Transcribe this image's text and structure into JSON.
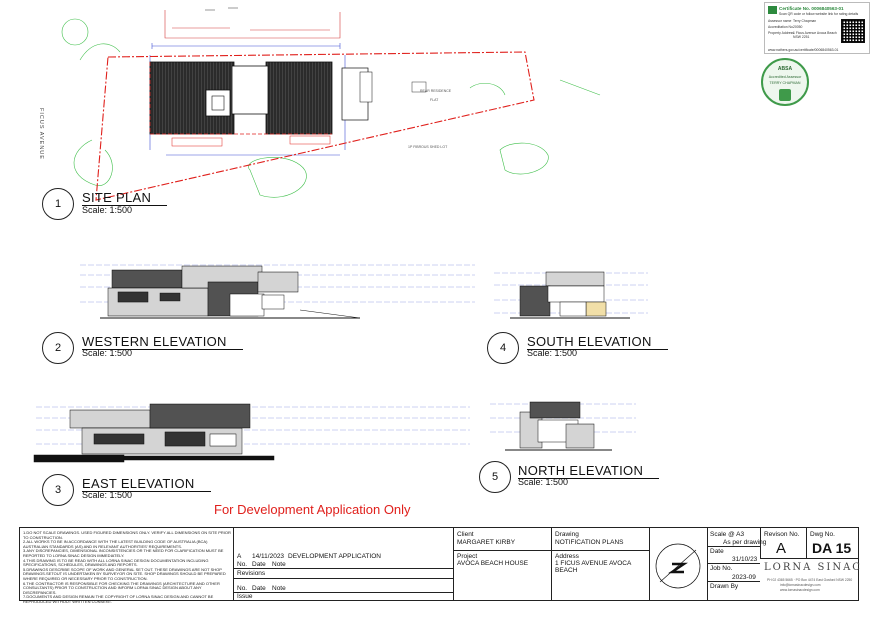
{
  "certificate": {
    "number": "Certificate No. 0006840563-01",
    "subline": "Scan QR code or follow website link for rating details",
    "assessor_name_label": "Assessor name",
    "assessor_name": "Terry Chapman",
    "accreditation_label": "Accreditation No.",
    "accreditation": "20050",
    "property_label": "Property Address",
    "property": "1 Ficus Avenue Avoca Beach NSW 2251",
    "footer": "www.nathers.gov.au/certificate/0006840563-01"
  },
  "seal": {
    "top": "ABSA",
    "line1": "Accredited Assessor",
    "line2": "TERRY CHAPMAN"
  },
  "site_plan": {
    "street_label": "FICUS AVENUE",
    "lot_note": "1P FIBROUS SHED LOT",
    "label_a": "REAR RESIDENCE",
    "label_b": "FLAT"
  },
  "views": [
    {
      "num": "1",
      "title": "SITE PLAN",
      "scale": "Scale: 1:500"
    },
    {
      "num": "2",
      "title": "WESTERN ELEVATION",
      "scale": "Scale: 1:500"
    },
    {
      "num": "3",
      "title": "EAST ELEVATION",
      "scale": "Scale: 1:500"
    },
    {
      "num": "4",
      "title": "SOUTH ELEVATION",
      "scale": "Scale: 1:500"
    },
    {
      "num": "5",
      "title": "NORTH ELEVATION",
      "scale": "Scale: 1:500"
    }
  ],
  "dev_note": "For Development Application Only",
  "title_block": {
    "notes": [
      "1.DO NOT SCALE DRAWINGS. USED FIGURED DIMENSIONS ONLY. VERIFY ALL DIMENSIONS ON SITE PRIOR TO CONSTRUCTION.",
      "2.ALL WORKS TO BE IN ACCORDANCE WITH THE LATEST BUILDING CODE OF AUSTRALIA (BCA) AUSTRALIAN STANDARDS (AS) AND IN RELEVANT AUTHORITIES' REQUIREMENTS.",
      "3.ANY DISCREPANCIES, DIMENSIONAL INCONSISTENCIES OR THE NEED FOR CLARIFICATION MUST BE REPORTED TO LORNA SINAC DESIGN IMMEDIATELY.",
      "4.THIS DRAWING IS TO BE READ WITH ALL LORNA SINAC DESIGN DOCUMENTATION INCLUDING SPECIFICATIONS, SCHEDULES, DRAWINGS AND REPORTS.",
      "5.DRAWINGS DESCRIBE SCOPE OF WORK AND GENERAL SET OUT. THESE DRAWINGS ARE NOT SHOP DRAWINGS.SETOUT IS UNDERTAKEN BY SURVEYOR ON SITE. SHOP DRAWINGS SHOULD BE PREPARED WHERE REQUIRED OR NECESSARY PRIOR TO CONSTRUCTION.",
      "6.THE CONTRACTOR IS RESPONSIBLE FOR CHECKING THE DRAWINGS (ARCHITECTURE AND OTHER CONSULTANTS) PRIOR TO CONSTRUCTION AND INFORM LORNA SINAC DESIGN ABOUT ANY DISCREPANCIES.",
      "7.DOCUMENTS AND DESIGN REMAIN THE COPYRIGHT OF LORNA SINAC DESIGN AND CANNOT BE REPRODUCED WITHOUT WRITTEN CONSENT."
    ],
    "revision_row": {
      "rev": "A",
      "date": "14/11/2023",
      "note": "DEVELOPMENT APPLICATION"
    },
    "hdr_no": "No.",
    "hdr_date": "Date",
    "hdr_note": "Note",
    "revisions_label": "Revisions",
    "issue_label": "Issue",
    "client_label": "Client",
    "client": "MARGARET KIRBY",
    "project_label": "Project",
    "project": "AVOCA BEACH HOUSE",
    "drawing_label": "Drawing",
    "drawing": "NOTIFICATION PLANS",
    "address_label": "Address",
    "address_line1": "1 FICUS AVENUE AVOCA",
    "address_line2": "BEACH",
    "scale_label": "Scale @ A3",
    "scale": "As per drawing",
    "date_label": "Date",
    "date": "31/10/23",
    "job_label": "Job No.",
    "job": "2023-09",
    "drawn_label": "Drawn By",
    "drawn": "",
    "revision_no_label": "Revison No.",
    "revision_no": "A",
    "dwg_no_label": "Dwg No.",
    "dwg_no": "DA 15",
    "logo": "LORNA SINAC",
    "logo_sub1": "PH 02 4365 5665 · PO Box 4474 East Gosford NSW 2250",
    "logo_sub2": "info@lornasinacdesign.com",
    "logo_sub3": "www.lornasinacdesign.com"
  }
}
